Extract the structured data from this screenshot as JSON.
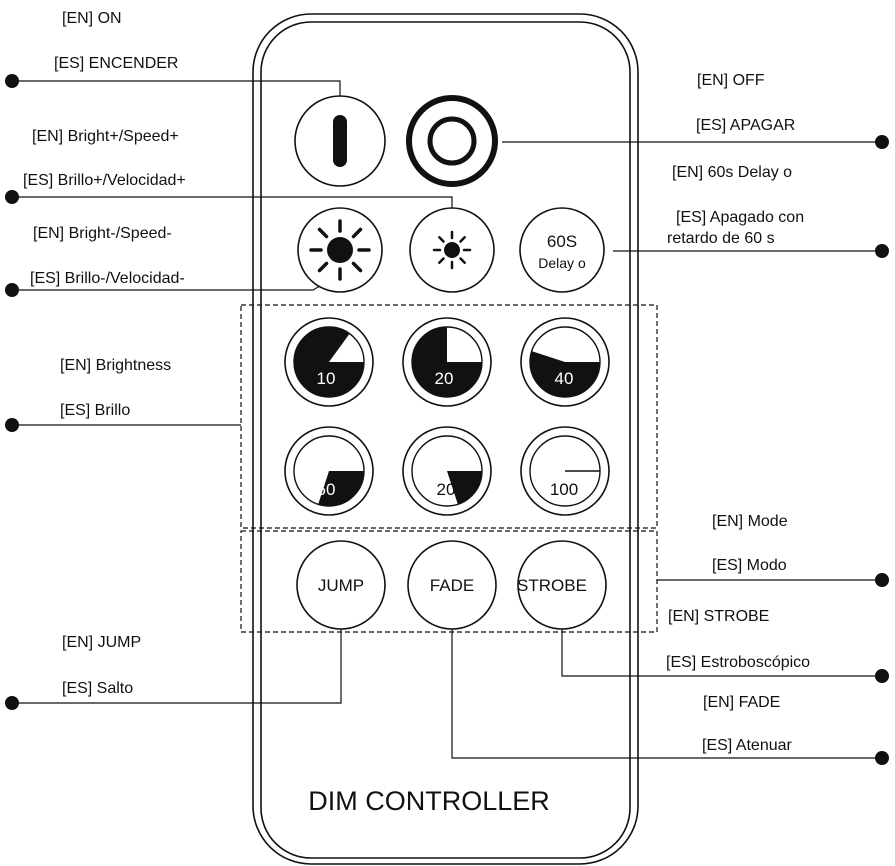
{
  "title": "DIM CONTROLLER",
  "buttons": {
    "on": "",
    "off": "",
    "bright_plus": "",
    "bright_minus": "",
    "delay": {
      "line1": "60S",
      "line2": "Delay o"
    },
    "brightness_levels": [
      "10",
      "20",
      "40",
      "60",
      "20",
      "100"
    ],
    "brightness_fill": [
      0.85,
      0.75,
      0.55,
      0.3,
      0.2,
      0.0
    ],
    "jump": "JUMP",
    "fade": "FADE",
    "strobe": "STROBE"
  },
  "labels": {
    "on_en": "[EN] ON",
    "on_es": "[ES] ENCENDER",
    "off_en": "[EN] OFF",
    "off_es": "[ES] APAGAR",
    "bplus_en": "[EN] Bright+/Speed+",
    "bplus_es": "[ES] Brillo+/Velocidad+",
    "bminus_en": "[EN] Bright-/Speed-",
    "bminus_es": "[ES] Brillo-/Velocidad-",
    "delay_en": "[EN] 60s Delay o",
    "delay_es_1": "[ES] Apagado con",
    "delay_es_2": "retardo de 60 s",
    "brightness_en": "[EN] Brightness",
    "brightness_es": "[ES] Brillo",
    "mode_en": "[EN] Mode",
    "mode_es": "[ES] Modo",
    "strobe_en": "[EN] STROBE",
    "strobe_es": "[ES] Estroboscópico",
    "fade_en": "[EN] FADE",
    "fade_es": "[ES] Atenuar",
    "jump_en": "[EN] JUMP",
    "jump_es": "[ES] Salto"
  }
}
